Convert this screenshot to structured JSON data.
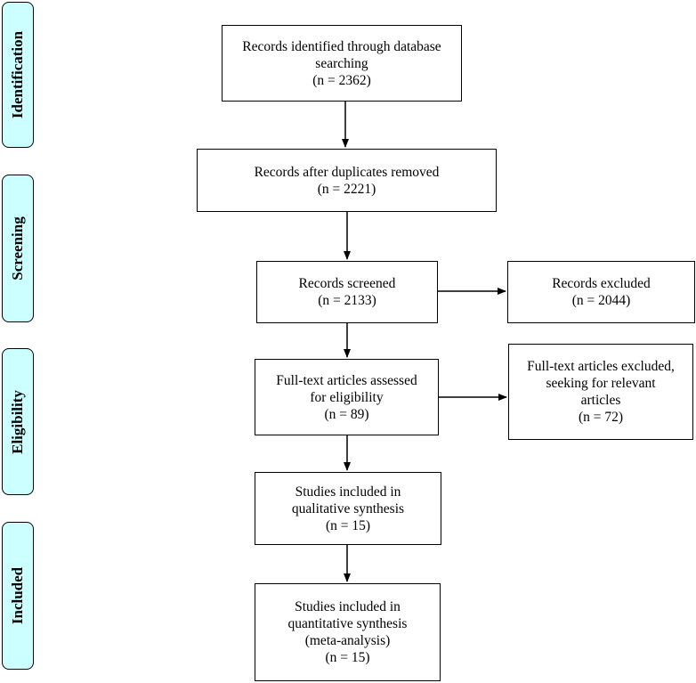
{
  "stages": {
    "identification": "Identification",
    "screening": "Screening",
    "eligibility": "Eligibility",
    "included": "Included"
  },
  "boxes": {
    "identified": [
      "Records identified through database",
      "searching",
      "(n = 2362)"
    ],
    "deduplicated": [
      "Records after duplicates removed",
      "(n = 2221)"
    ],
    "screened": [
      "Records screened",
      "(n = 2133)"
    ],
    "excluded": [
      "Records excluded",
      "(n = 2044)"
    ],
    "fulltext": [
      "Full-text articles assessed",
      "for eligibility",
      "(n = 89)"
    ],
    "fulltext_excluded": [
      "Full-text articles excluded,",
      "seeking for relevant",
      "articles",
      "(n = 72)"
    ],
    "qualitative": [
      "Studies included in",
      "qualitative synthesis",
      "(n = 15)"
    ],
    "quantitative": [
      "Studies included in",
      "quantitative synthesis",
      "(meta-analysis)",
      "(n = 15)"
    ]
  },
  "colors": {
    "stage_fill": "#ccffff",
    "stroke": "#000000"
  }
}
